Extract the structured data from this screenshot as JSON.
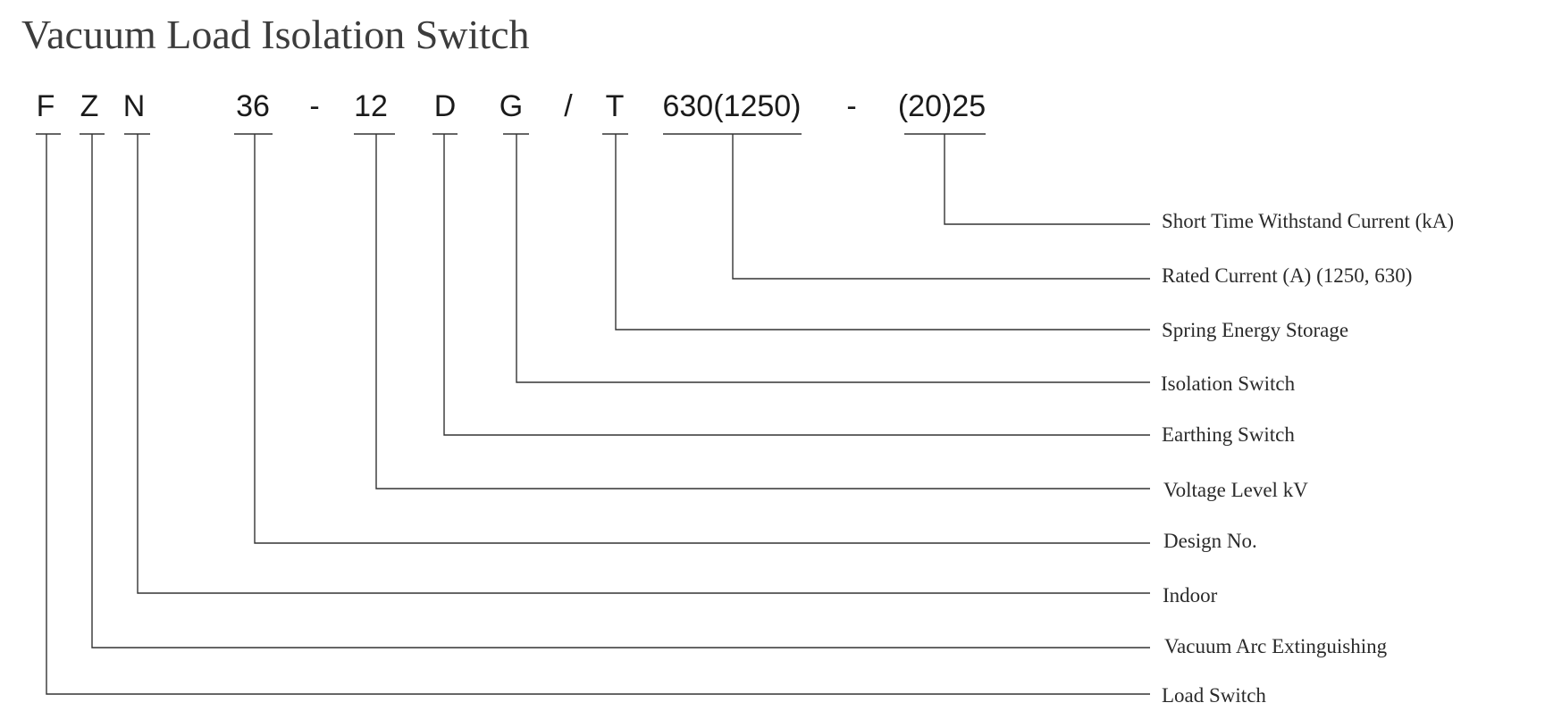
{
  "title": "Vacuum Load Isolation Switch",
  "code_parts": [
    "F",
    "Z",
    "N",
    "36",
    "-",
    "12",
    "D",
    "G",
    "/",
    "T",
    "630(1250)",
    "-",
    "(20)25"
  ],
  "labels": [
    "Short Time Withstand Current (kA)",
    "Rated Current (A) (1250, 630)",
    "Spring Energy Storage",
    "Isolation Switch",
    "Earthing Switch",
    "Voltage Level kV",
    "Design No.",
    "Indoor",
    "Vacuum Arc Extinguishing",
    "Load Switch"
  ],
  "colors": {
    "line": "#333333",
    "title": "#3c3c3c",
    "text": "#1a1a1a"
  }
}
